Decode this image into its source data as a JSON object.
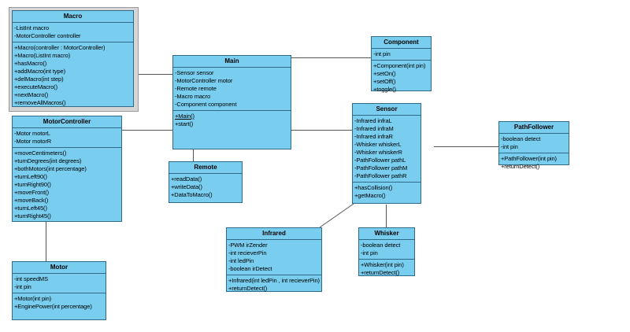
{
  "diagram": {
    "type": "uml-class-diagram",
    "background": "#ffffff",
    "box_fill": "#79cdef",
    "box_border": "#2f6b88",
    "line_color": "#555555",
    "selection_frame": "#d6d6d6"
  },
  "classes": {
    "macro": {
      "name": "Macro",
      "attributes": [
        "-ListInt macro",
        "-MotorController controller"
      ],
      "operations": [
        "+Macro(controller : MotorController)",
        "+Macro(ListInt macro)",
        "+hasMacro()",
        "+addMacro(int type)",
        "+delMacro(int step)",
        "+executeMacro()",
        "+nextMacro()",
        "+removeAllMacros()"
      ],
      "selected": true
    },
    "motorcontroller": {
      "name": "MotorController",
      "attributes": [
        "-Motor motorL",
        "-Motor motorR"
      ],
      "operations": [
        "+moveCentimeters()",
        "+turnDegrees(int degrees)",
        "+bothMotors(int percentage)",
        "+turnLeft90()",
        "+turnRight90()",
        "+moveFront()",
        "+moveBack()",
        "+turnLeft45()",
        "+turnRight45()"
      ]
    },
    "motor": {
      "name": "Motor",
      "attributes": [
        "-int speedMS",
        "-int pin"
      ],
      "operations": [
        "+Motor(int pin)",
        "+EnginePower(int percentage)"
      ]
    },
    "main": {
      "name": "Main",
      "attributes": [
        "-Sensor sensor",
        "-MotorController motor",
        "-Remote remote",
        "-Macro macro",
        "-Component component"
      ],
      "operations": [
        "+Main()",
        "+start()"
      ]
    },
    "remote": {
      "name": "Remote",
      "attributes": [],
      "operations": [
        "+readData()",
        "+writeData()",
        "+DataToMacro()"
      ]
    },
    "component": {
      "name": "Component",
      "attributes": [
        "-int pin"
      ],
      "operations": [
        "+Component(int pin)",
        "+setOn()",
        "+setOff()",
        "+toggle()"
      ]
    },
    "sensor": {
      "name": "Sensor",
      "attributes": [
        "-Infrared infraL",
        "-Infrared infraM",
        "-Infrared infraR",
        "-Whisker whiskerL",
        "-Whisker whiskerR",
        "-PathFollower pathL",
        "-PathFollower pathM",
        "-PathFollower pathR"
      ],
      "operations": [
        "+hasCollision()",
        "+getMacro()"
      ]
    },
    "pathfollower": {
      "name": "PathFollower",
      "attributes": [
        "-boolean detect",
        "-int pin"
      ],
      "operations": [
        "+PathFollower(int pin)",
        "+returnDetect()"
      ]
    },
    "infrared": {
      "name": "Infrared",
      "attributes": [
        "-PWM irZender",
        "-int recieverPin",
        "-int ledPin",
        "-boolean irDetect"
      ],
      "operations": [
        "+Infrared(int ledPin , int recieverPin)",
        "+returnDetect()"
      ]
    },
    "whisker": {
      "name": "Whisker",
      "attributes": [
        "-boolean detect",
        "-int pin"
      ],
      "operations": [
        "+Whisker(int pin)",
        "+returnDetect()"
      ]
    }
  },
  "associations": [
    {
      "from": "macro",
      "to": "main"
    },
    {
      "from": "motorcontroller",
      "to": "main"
    },
    {
      "from": "motorcontroller",
      "to": "motor"
    },
    {
      "from": "main",
      "to": "remote"
    },
    {
      "from": "main",
      "to": "component"
    },
    {
      "from": "main",
      "to": "sensor"
    },
    {
      "from": "sensor",
      "to": "pathfollower"
    },
    {
      "from": "sensor",
      "to": "whisker"
    },
    {
      "from": "sensor",
      "to": "infrared"
    }
  ]
}
